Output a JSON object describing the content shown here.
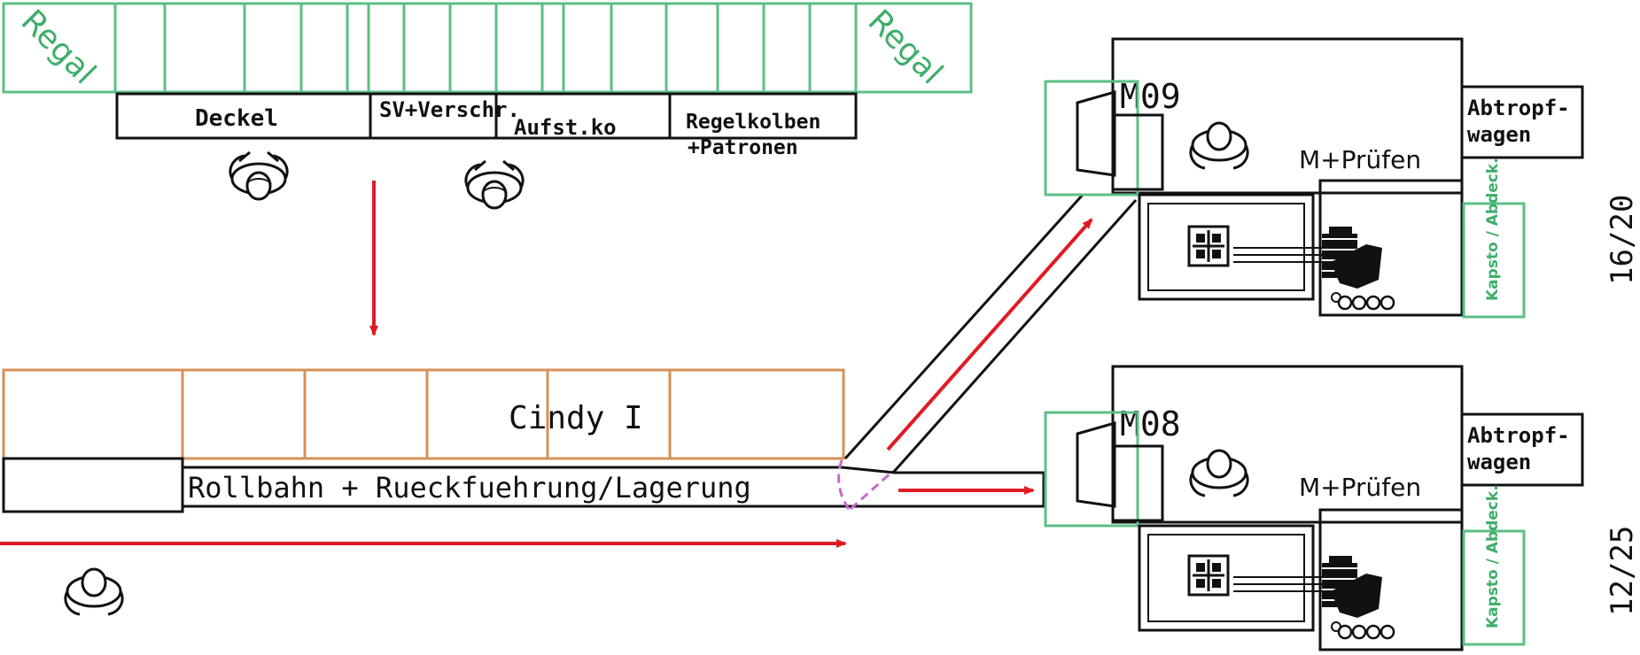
{
  "colors": {
    "shelf": "#5bbf86",
    "conveyor": "#d4915a",
    "flow": "#e01b24",
    "transfer": "#c46bc9",
    "line": "#111111",
    "machine": "#1a1a1a"
  },
  "shelf": {
    "left_label": "Regal",
    "right_label": "Regal"
  },
  "bins": {
    "deckel": "Deckel",
    "sv_verschr": "SV+Verschr.",
    "aufst_ko": "Aufst.ko",
    "regelkolben": "Regelkolben",
    "patronen": "+Patronen"
  },
  "conveyor": {
    "label": "Cindy I",
    "rollbahn": "Rollbahn + Rueckfuehrung/Lagerung"
  },
  "stations": [
    {
      "id": "M09",
      "label": "M09",
      "task": "M+Prüfen",
      "cart_line1": "Abtropf-",
      "cart_line2": "wagen",
      "side_box": "Kapsto / Abdeck.",
      "ratio": "16/20"
    },
    {
      "id": "M08",
      "label": "M08",
      "task": "M+Prüfen",
      "cart_line1": "Abtropf-",
      "cart_line2": "wagen",
      "side_box": "Kapsto / Abdeck.",
      "ratio": "12/25"
    }
  ],
  "icons": [
    "operator-icon",
    "flow-arrow-icon",
    "machine-icon"
  ]
}
